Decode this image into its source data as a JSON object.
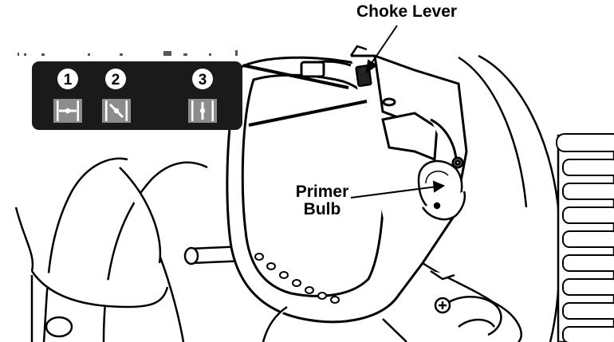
{
  "callouts": {
    "choke_lever": "Choke Lever",
    "primer_bulb_line1": "Primer",
    "primer_bulb_line2": "Bulb"
  },
  "choke_positions": {
    "numbers": [
      "1",
      "2",
      "3"
    ],
    "symbols": [
      "choke-closed-icon",
      "choke-half-icon",
      "choke-open-icon"
    ]
  },
  "colors": {
    "ink": "#000000",
    "panel": "#1a1a1a",
    "symbol_fill": "#8c8c8c",
    "background": "#ffffff"
  }
}
